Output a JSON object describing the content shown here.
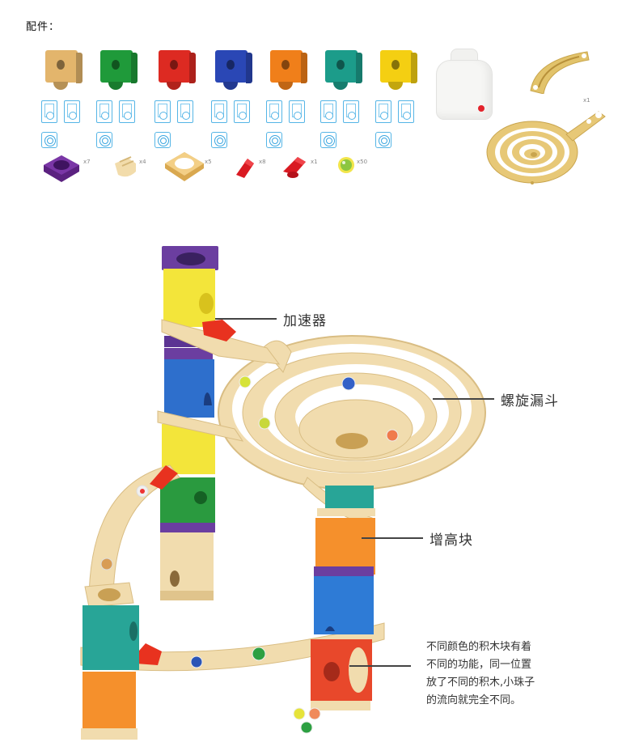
{
  "page": {
    "heading": "配件："
  },
  "parts": {
    "blocks": [
      {
        "name": "natural-wood",
        "color": "#e3b56c"
      },
      {
        "name": "green",
        "color": "#1f9a3a"
      },
      {
        "name": "red",
        "color": "#dd2a22"
      },
      {
        "name": "blue",
        "color": "#2a47b5"
      },
      {
        "name": "orange",
        "color": "#f07f1a"
      },
      {
        "name": "teal",
        "color": "#1c9c8a"
      },
      {
        "name": "yellow",
        "color": "#f4cf12"
      }
    ],
    "accessories": [
      {
        "name": "purple-spacer",
        "qty": "x7",
        "color": "#6a2a8e"
      },
      {
        "name": "track-clip",
        "qty": "x4",
        "color": "#efd7a2"
      },
      {
        "name": "wood-spacer",
        "qty": "x5",
        "color": "#e9c070"
      },
      {
        "name": "accelerator",
        "qty": "x8",
        "color": "#dd1f26"
      },
      {
        "name": "switch-accelerator",
        "qty": "x1",
        "color": "#dd1f26"
      },
      {
        "name": "marble",
        "qty": "x50",
        "color": "#b9d832"
      }
    ],
    "spiral_qty": "x1"
  },
  "callouts": {
    "accelerator": "加速器",
    "spiral_funnel": "螺旋漏斗",
    "riser_block": "增高块"
  },
  "description": {
    "lines": [
      "不同颜色的积木块有着",
      "不同的功能，同一位置",
      "放了不同的积木,小珠子",
      "的流向就完全不同。"
    ]
  },
  "colors": {
    "wood": "#f1dcae",
    "wood_dark": "#d9bd83",
    "blueprint": "#55b5e6",
    "text": "#333333",
    "leader": "#444444"
  }
}
